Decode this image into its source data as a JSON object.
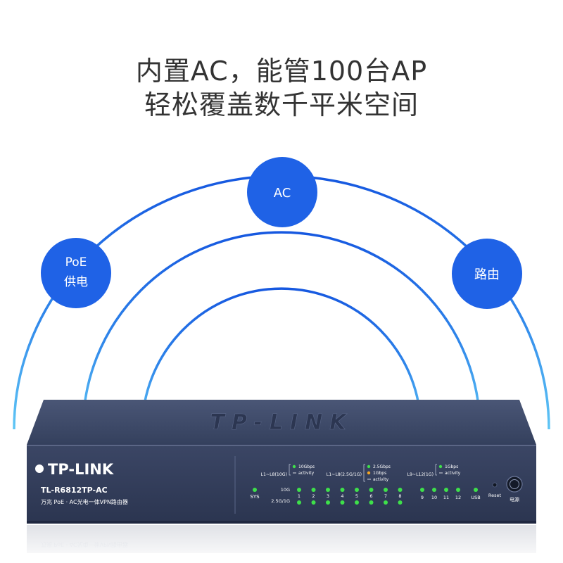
{
  "headline": {
    "line1": "内置AC，能管100台AP",
    "line2": "轻松覆盖数千平米空间"
  },
  "features": [
    {
      "line1": "PoE",
      "line2": "供电"
    },
    {
      "line1": "AC",
      "line2": ""
    },
    {
      "line1": "路由",
      "line2": ""
    }
  ],
  "device": {
    "top_logo": "TP-LINK",
    "brand": "TP-LINK",
    "model": "TL-R6812TP-AC",
    "description": "万兆 PoE · AC光电一体VPN路由器",
    "legend_groups": [
      {
        "label": "L1~L8(10G)",
        "items": [
          "10Gbps",
          "activity"
        ]
      },
      {
        "label": "L1~L8(2.5G/1G)",
        "items": [
          "2.5Gbps",
          "1Gbps",
          "activity"
        ]
      },
      {
        "label": "L9~L12(1G)",
        "items": [
          "1Gbps",
          "activity"
        ]
      }
    ],
    "sys_label": "SYS",
    "row_label_10g": "10G",
    "row_label_25g": "2.5G/1G",
    "ports_main": [
      "1",
      "2",
      "3",
      "4",
      "5",
      "6",
      "7",
      "8"
    ],
    "ports_extra": [
      "9",
      "10",
      "11",
      "12"
    ],
    "usb_label": "USB",
    "reset_label": "Reset",
    "power_label": "电源"
  },
  "colors": {
    "bubble": "#1f62e6",
    "arc_outer": "#1658e0",
    "arc_inner": "#5fc6f5",
    "chassis": "#2f3a56",
    "panel": "#36415f",
    "led_green": "#3ee04a",
    "led_amber": "#f5a623",
    "text_white": "#ffffff"
  }
}
